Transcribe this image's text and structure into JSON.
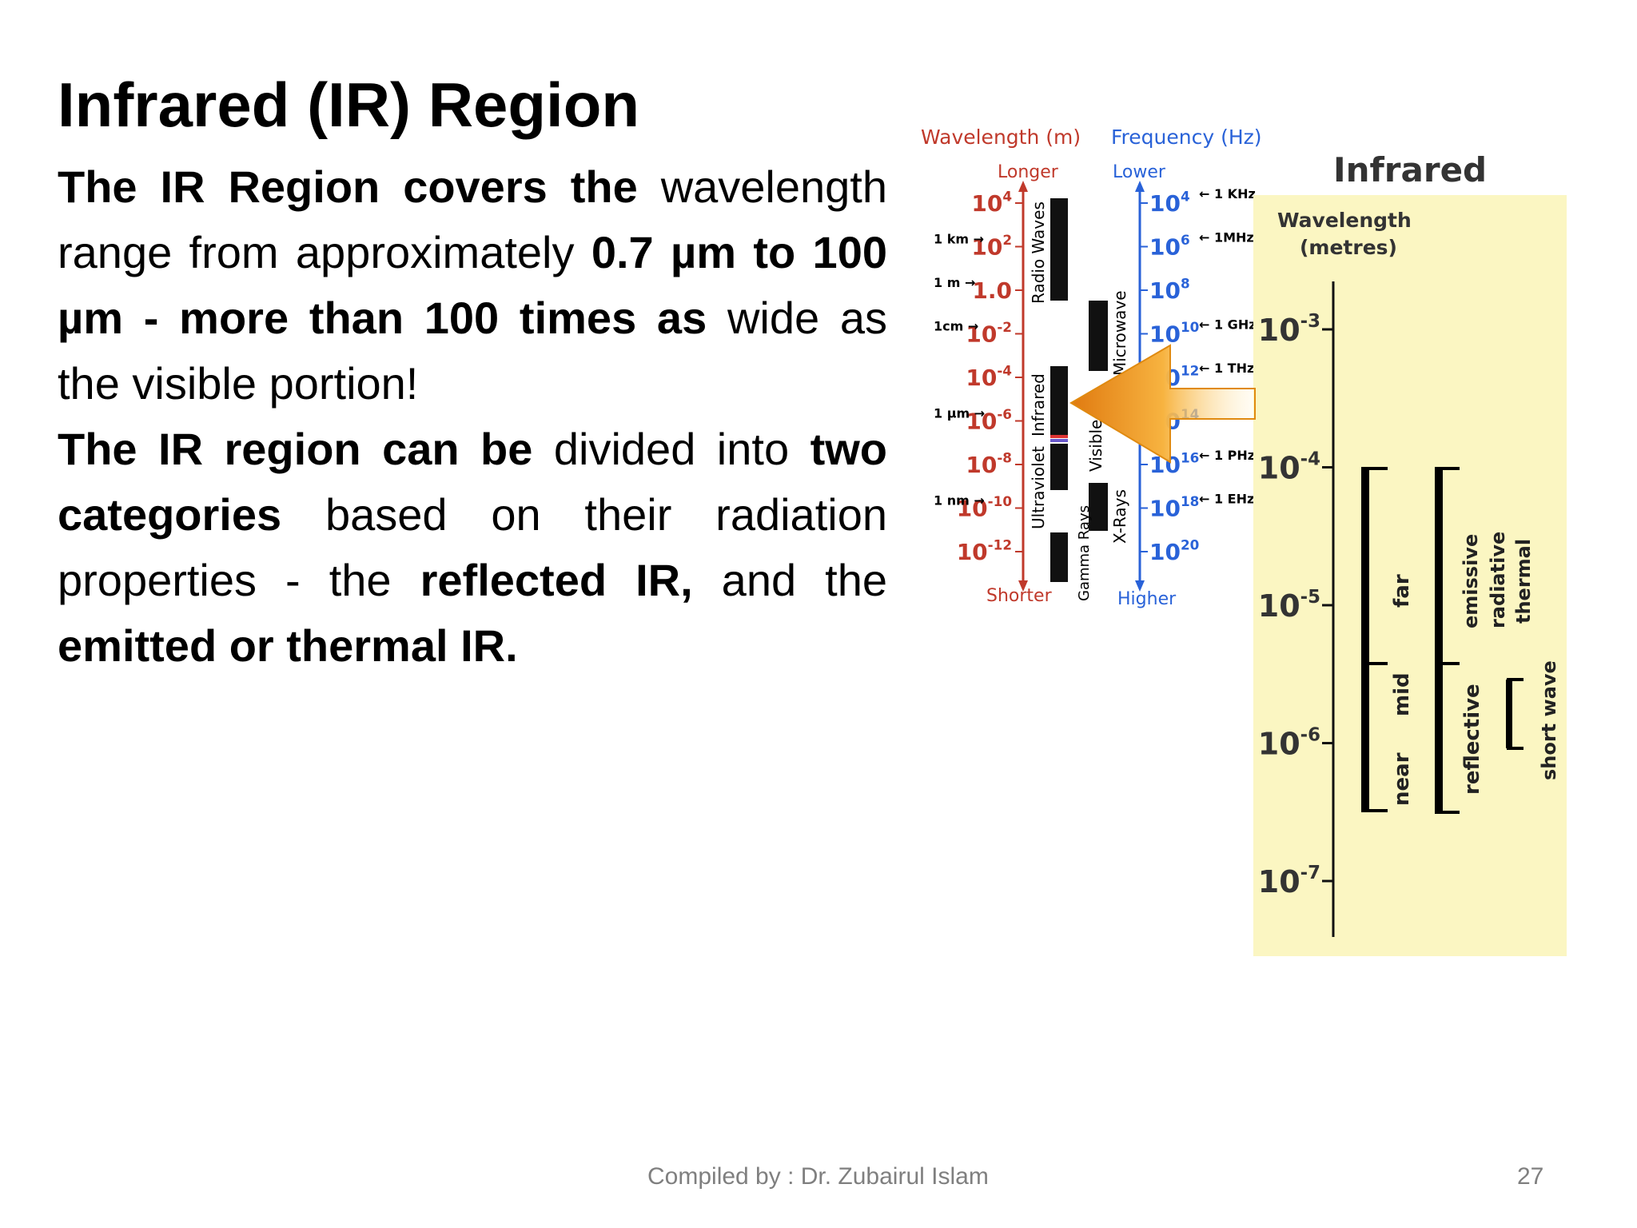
{
  "slide": {
    "title": "Infrared (IR) Region",
    "para1": {
      "b1": "The IR Region covers the",
      "t1": " wavelength range from approximately ",
      "b2": "0.7 µm to 100 µm - more than 100 times as",
      "t2": " wide as the visible portion!"
    },
    "para2": {
      "b1": "The IR region can be",
      "t1": " divided into ",
      "b2": "two categories",
      "t2": " based on their radiation properties - the ",
      "b3": "reflected IR,",
      "t3": " and the ",
      "b4": "emitted or thermal IR."
    }
  },
  "spectrum": {
    "wavelength_header": "Wavelength (m)",
    "frequency_header": "Frequency (Hz)",
    "longer": "Longer",
    "shorter": "Shorter",
    "lower": "Lower",
    "higher": "Higher",
    "wl_ticks": [
      {
        "base": "10",
        "exp": "4",
        "ref": ""
      },
      {
        "base": "10",
        "exp": "2",
        "ref": "1 km"
      },
      {
        "base": "1.0",
        "exp": "",
        "ref": "1 m"
      },
      {
        "base": "10",
        "exp": "-2",
        "ref": "1cm"
      },
      {
        "base": "10",
        "exp": "-4",
        "ref": ""
      },
      {
        "base": "10",
        "exp": "-6",
        "ref": "1 µm"
      },
      {
        "base": "10",
        "exp": "-8",
        "ref": ""
      },
      {
        "base": "10",
        "exp": "-10",
        "ref": "1 nm"
      },
      {
        "base": "10",
        "exp": "-12",
        "ref": ""
      }
    ],
    "freq_ticks": [
      {
        "base": "10",
        "exp": "4",
        "ref": "1 KHz"
      },
      {
        "base": "10",
        "exp": "6",
        "ref": "1MHz"
      },
      {
        "base": "10",
        "exp": "8",
        "ref": ""
      },
      {
        "base": "10",
        "exp": "10",
        "ref": "1 GHz"
      },
      {
        "base": "10",
        "exp": "12",
        "ref": "1 THz"
      },
      {
        "base": "10",
        "exp": "14",
        "ref": ""
      },
      {
        "base": "10",
        "exp": "16",
        "ref": "1 PHz"
      },
      {
        "base": "10",
        "exp": "18",
        "ref": "1 EHz"
      },
      {
        "base": "10",
        "exp": "20",
        "ref": ""
      }
    ],
    "bands": [
      "Radio Waves",
      "Infrared",
      "Ultraviolet",
      "Microwave",
      "Visible",
      "X-Rays",
      "Gamma Rays"
    ]
  },
  "ir_panel": {
    "title": "Infrared",
    "axis_title_1": "Wavelength",
    "axis_title_2": "(metres)",
    "ticks": [
      {
        "base": "10",
        "exp": "-3"
      },
      {
        "base": "10",
        "exp": "-4"
      },
      {
        "base": "10",
        "exp": "-5"
      },
      {
        "base": "10",
        "exp": "-6"
      },
      {
        "base": "10",
        "exp": "-7"
      }
    ],
    "labels": {
      "far": "far",
      "mid": "mid",
      "near": "near",
      "emissive": "emissive",
      "radiative": "radiative",
      "thermal": "thermal",
      "reflective": "reflective",
      "short_wave": "short wave"
    },
    "colors": {
      "panel": "#fbf6c2",
      "arrow": "#f5a623"
    }
  },
  "footer": {
    "credit": "Compiled by : Dr. Zubairul Islam",
    "page": "27"
  }
}
